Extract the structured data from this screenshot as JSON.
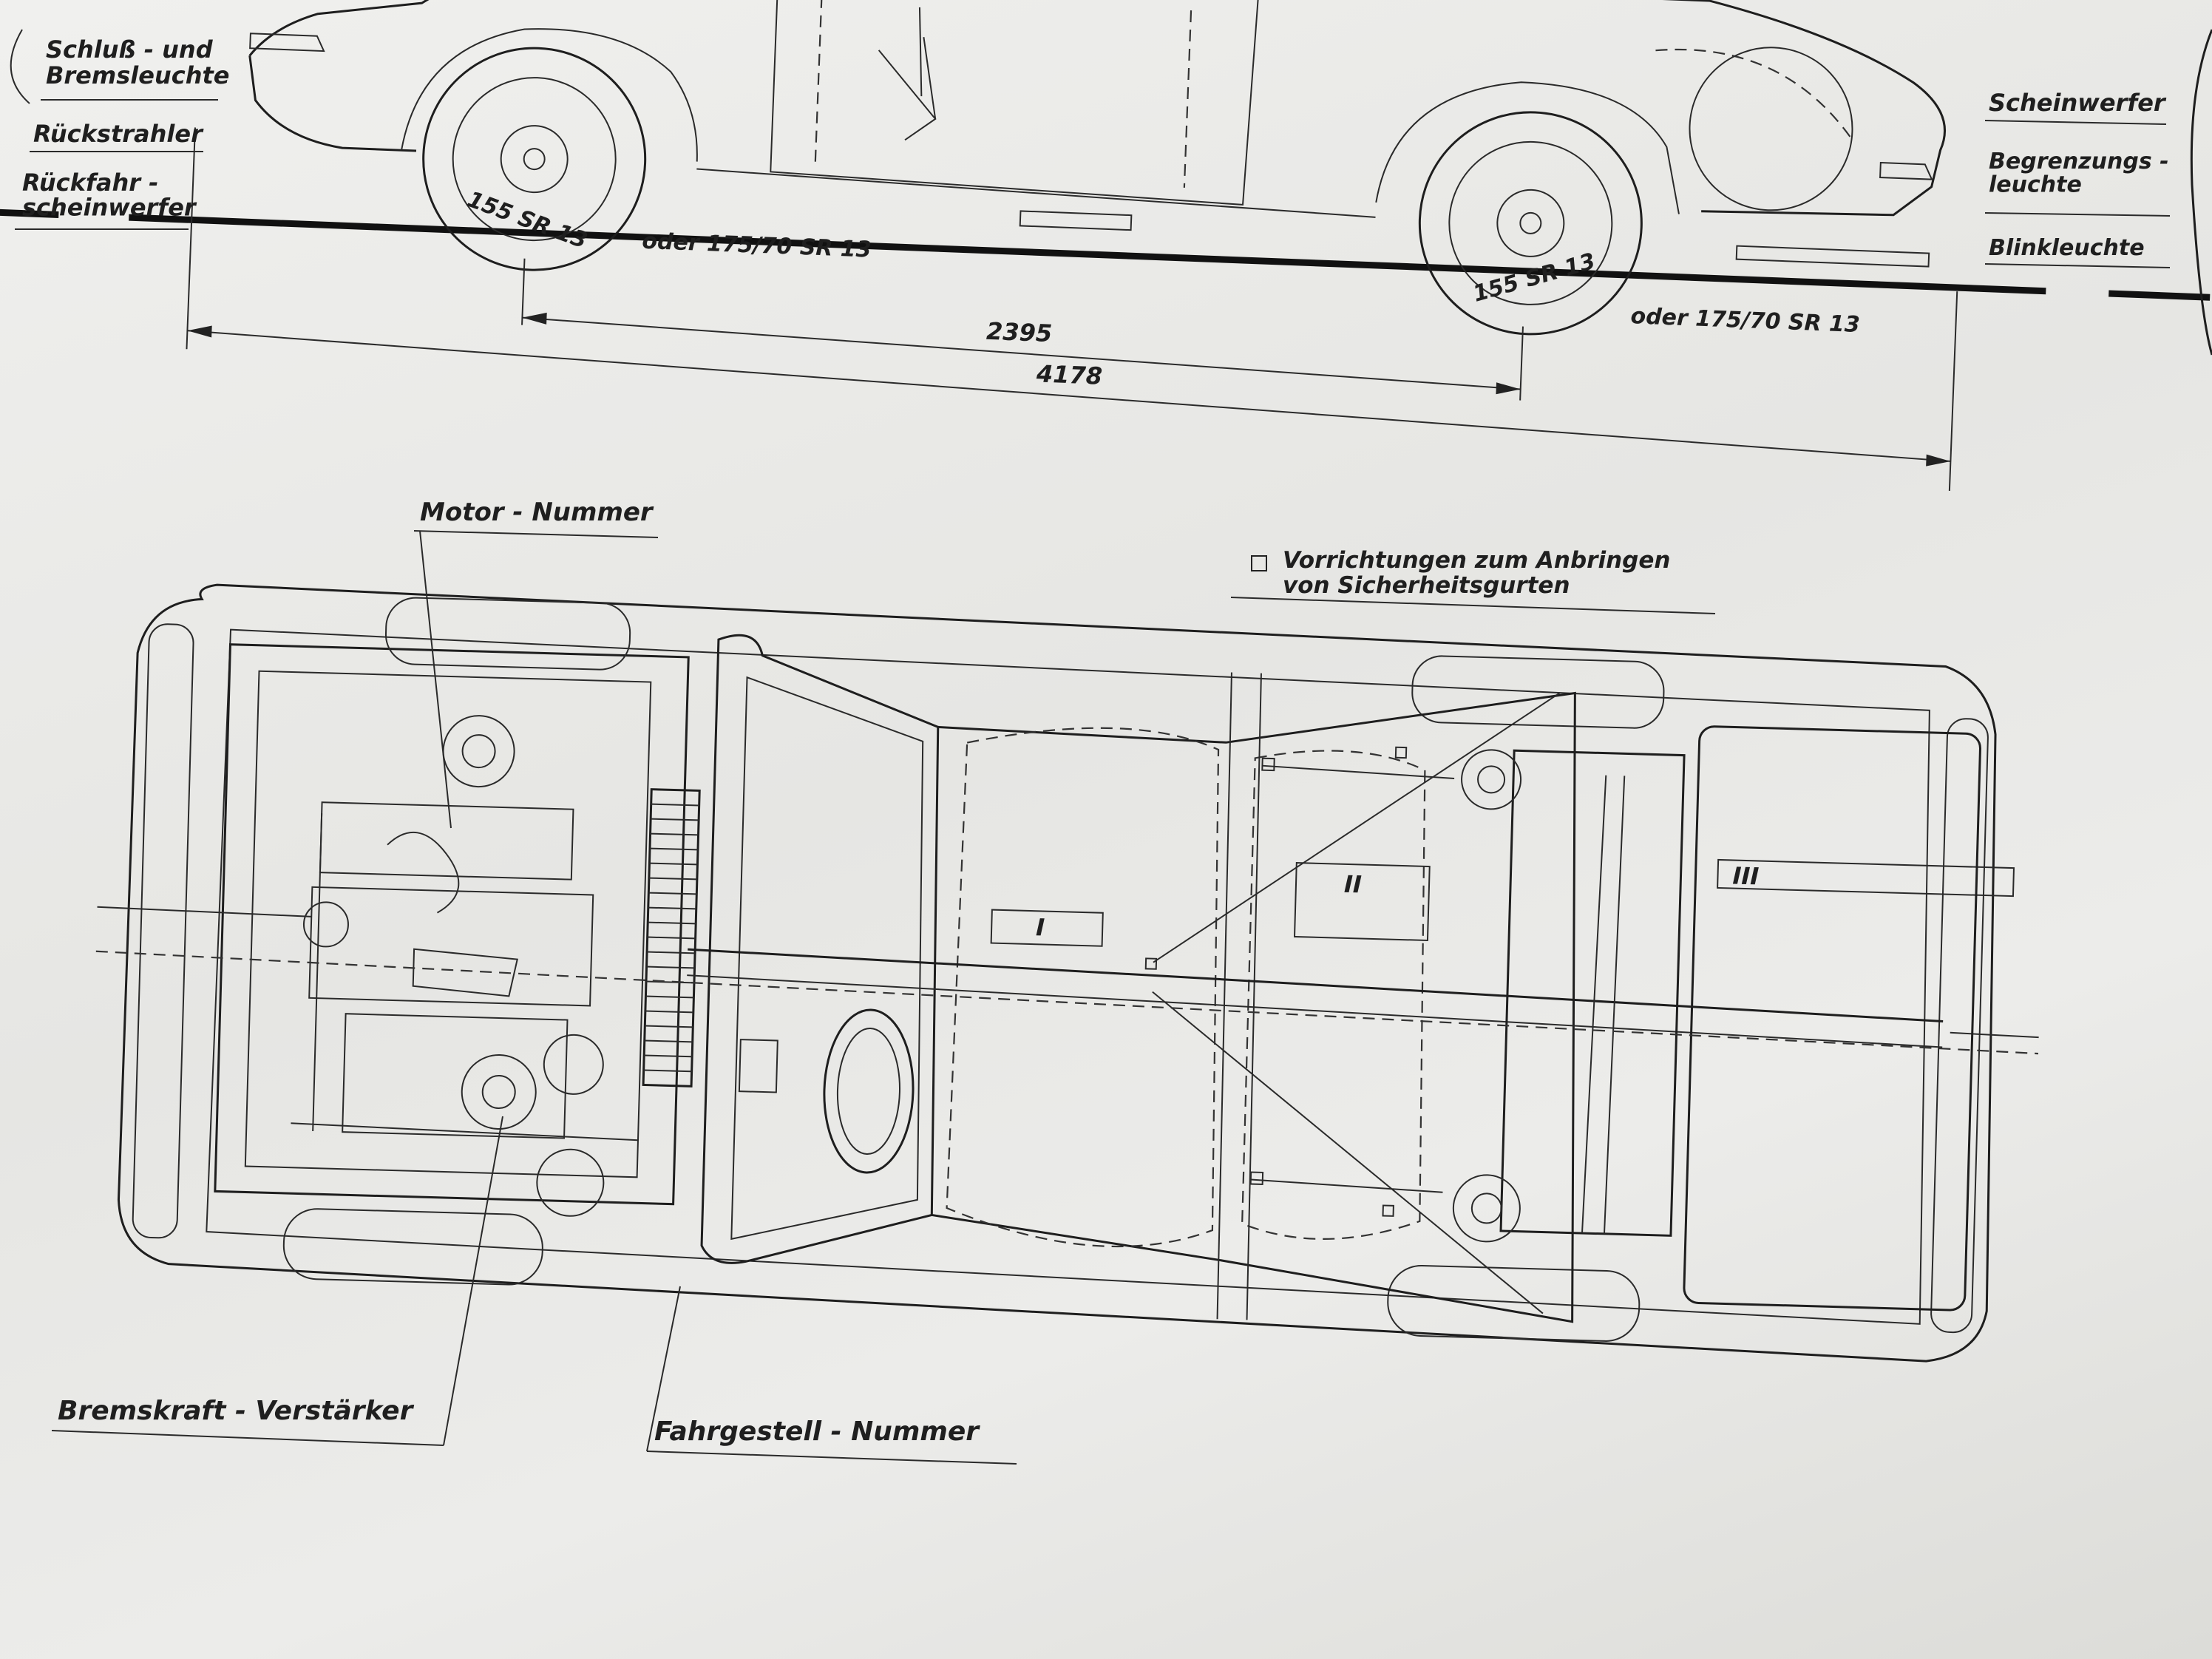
{
  "side_view": {
    "labels": {
      "tail_light": "Schluß - und\nBremsleuchte",
      "reflector": "Rückstrahler",
      "reversing_light": "Rückfahr -\nscheinwerfer",
      "headlight": "Scheinwerfer",
      "side_marker": "Begrenzungs -\nleuchte",
      "indicator": "Blinkleuchte"
    },
    "tires": {
      "rear_tire": "155 SR 13",
      "rear_alt": "oder   175/70 SR 13",
      "front_tire": "155 SR 13",
      "front_alt": "oder   175/70 SR 13"
    },
    "dimensions": {
      "wheelbase": "2395",
      "overall_length": "4178"
    }
  },
  "top_view": {
    "labels": {
      "engine_number": "Motor - Nummer",
      "belt_mounts": "Vorrichtungen  zum  Anbringen\nvon  Sicherheitsgurten",
      "brake_booster": "Bremskraft - Verstärker",
      "chassis_number": "Fahrgestell - Nummer"
    },
    "zone_marks": [
      "I",
      "II",
      "III"
    ]
  }
}
